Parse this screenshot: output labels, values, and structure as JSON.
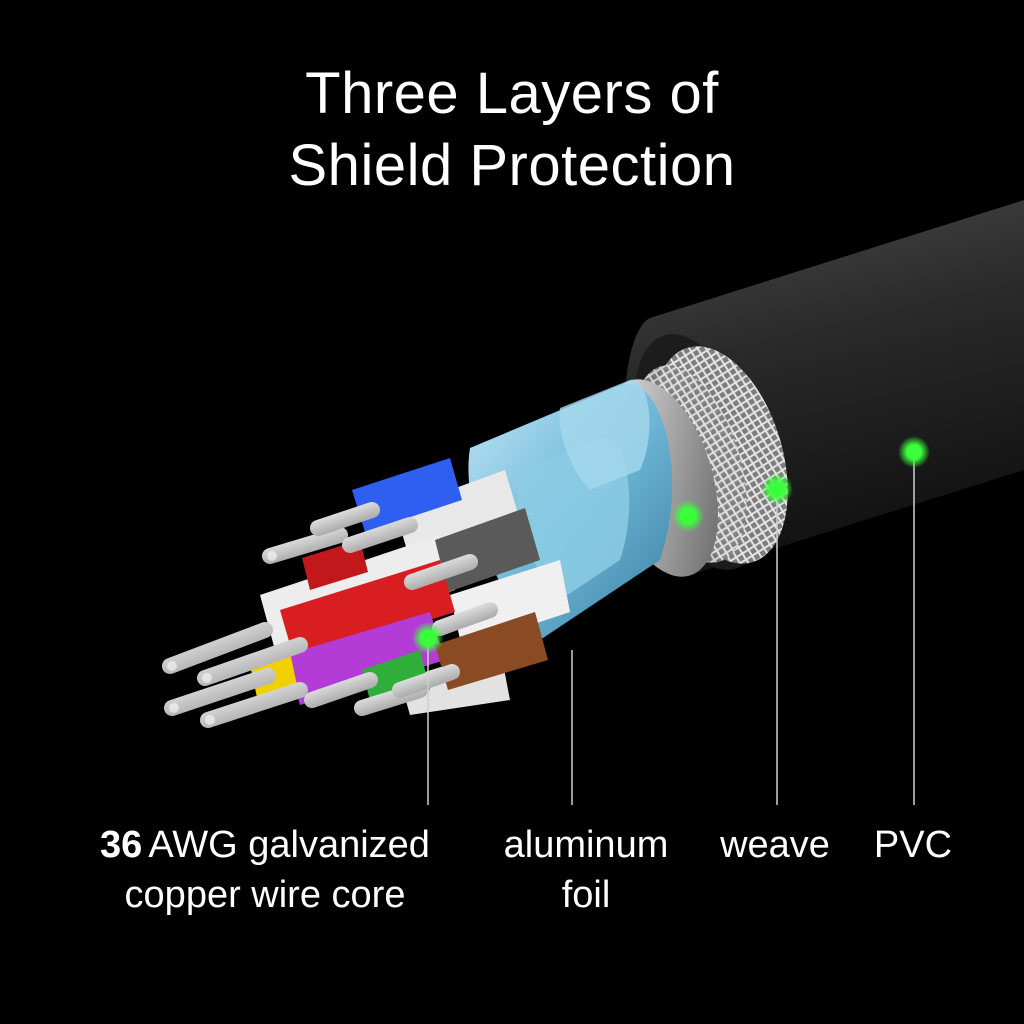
{
  "headline": {
    "line1": "Three Layers of",
    "line2": "Shield Protection"
  },
  "labels": {
    "core_number": "36",
    "core_line1_rest": "AWG galvanized",
    "core_line2": "copper wire core",
    "foil_line1": "aluminum",
    "foil_line2": "foil",
    "weave": "weave",
    "pvc": "PVC"
  },
  "colors": {
    "background": "#000000",
    "callout_dot": "#39ff3a",
    "pvc_jacket": "#2b2b2b",
    "foil_shield": "#6fb8d8",
    "blue_wire": "#2f5ff0",
    "red_wire": "#d91e22",
    "purple_wire": "#b43cd6",
    "brown_wire": "#8a4a24",
    "green_wire": "#2fae3a",
    "yellow_wire": "#f0d000"
  }
}
